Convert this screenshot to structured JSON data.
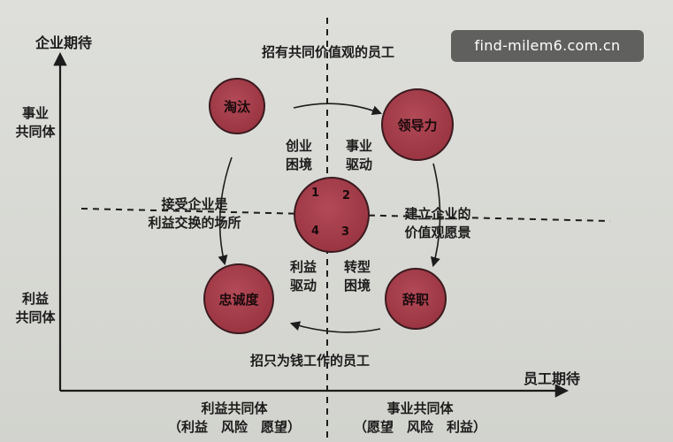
{
  "watermark": "find-milem6.com.cn",
  "axes": {
    "y_title": "企业期待",
    "x_title": "员工期待",
    "y_top_line1": "事业",
    "y_top_line2": "共同体",
    "y_bottom_line1": "利益",
    "y_bottom_line2": "共同体"
  },
  "top_caption": "招有共同价值观的员工",
  "bottom_caption": "招只为钱工作的员工",
  "circles": {
    "top_left": "淘汰",
    "top_right": "领导力",
    "bottom_left": "忠诚度",
    "bottom_right": "辞职"
  },
  "center_numbers": [
    "1",
    "2",
    "4",
    "3"
  ],
  "quadrants": {
    "q1_line1": "创业",
    "q1_line2": "困境",
    "q2_line1": "事业",
    "q2_line2": "驱动",
    "q4_line1": "利益",
    "q4_line2": "驱动",
    "q3_line1": "转型",
    "q3_line2": "困境"
  },
  "side_labels": {
    "left_line1": "接受企业是",
    "left_line2": "利益交换的场所",
    "right_line1": "建立企业的",
    "right_line2": "价值观愿景"
  },
  "bottom_labels": {
    "left_title": "利益共同体",
    "left_sub": "（利益　风险　愿望）",
    "right_title": "事业共同体",
    "right_sub": "（愿望　风险　利益）"
  }
}
